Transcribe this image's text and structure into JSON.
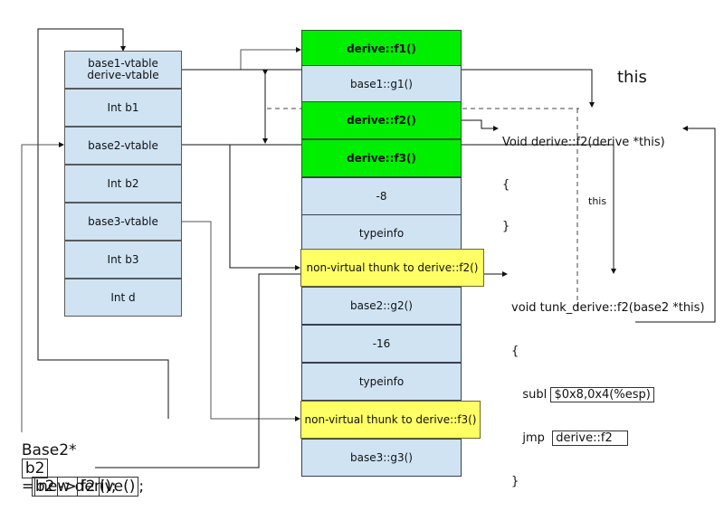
{
  "object_layout": {
    "cells": [
      {
        "id": "base1-vtable",
        "lines": [
          "base1-vtable",
          "derive-vtable"
        ]
      },
      {
        "id": "int-b1",
        "lines": [
          "Int b1"
        ]
      },
      {
        "id": "base2-vtable",
        "lines": [
          "base2-vtable"
        ]
      },
      {
        "id": "int-b2",
        "lines": [
          "Int b2"
        ]
      },
      {
        "id": "base3-vtable",
        "lines": [
          "base3-vtable"
        ]
      },
      {
        "id": "int-b3",
        "lines": [
          "Int b3"
        ]
      },
      {
        "id": "int-d",
        "lines": [
          "Int d"
        ]
      }
    ]
  },
  "vtable": {
    "cells": [
      {
        "label": "derive::f1()",
        "kind": "override"
      },
      {
        "label": "base1::g1()",
        "kind": "base"
      },
      {
        "label": "derive::f2()",
        "kind": "override"
      },
      {
        "label": "derive::f3()",
        "kind": "override"
      },
      {
        "label": "-8",
        "kind": "base"
      },
      {
        "label": "typeinfo",
        "kind": "base"
      },
      {
        "label": "non-virtual thunk to derive::f2()",
        "kind": "thunk"
      },
      {
        "label": "base2::g2()",
        "kind": "base"
      },
      {
        "label": "-16",
        "kind": "base"
      },
      {
        "label": "typeinfo",
        "kind": "base"
      },
      {
        "label": "non-virtual thunk to derive::f3()",
        "kind": "thunk"
      },
      {
        "label": "base3::g3()",
        "kind": "base"
      }
    ]
  },
  "colors": {
    "override": "#00ee00",
    "thunk": "#ffff66",
    "base": "#cfe3f3"
  },
  "labels": {
    "this_big": "this",
    "this_small": "this"
  },
  "derive_f2_code": {
    "signature": "Void derive::f2(derive *this)",
    "open": "{",
    "close": "}"
  },
  "thunk_code": {
    "signature": "void tunk_derive::f2(base2 *this)",
    "open": "{",
    "line1_op": "subl",
    "line1_arg": "$0x8,0x4(%esp)",
    "line2_op": "jmp",
    "line2_arg": "derive::f2",
    "close": "}"
  },
  "source": {
    "decl_type": "Base2*",
    "decl_var": "b2",
    "decl_eq": "=",
    "decl_expr": "new derive()",
    "decl_semi": ";",
    "call_obj": "b2",
    "call_arrow": "->",
    "call_fn": "f2",
    "call_tail": "();"
  }
}
